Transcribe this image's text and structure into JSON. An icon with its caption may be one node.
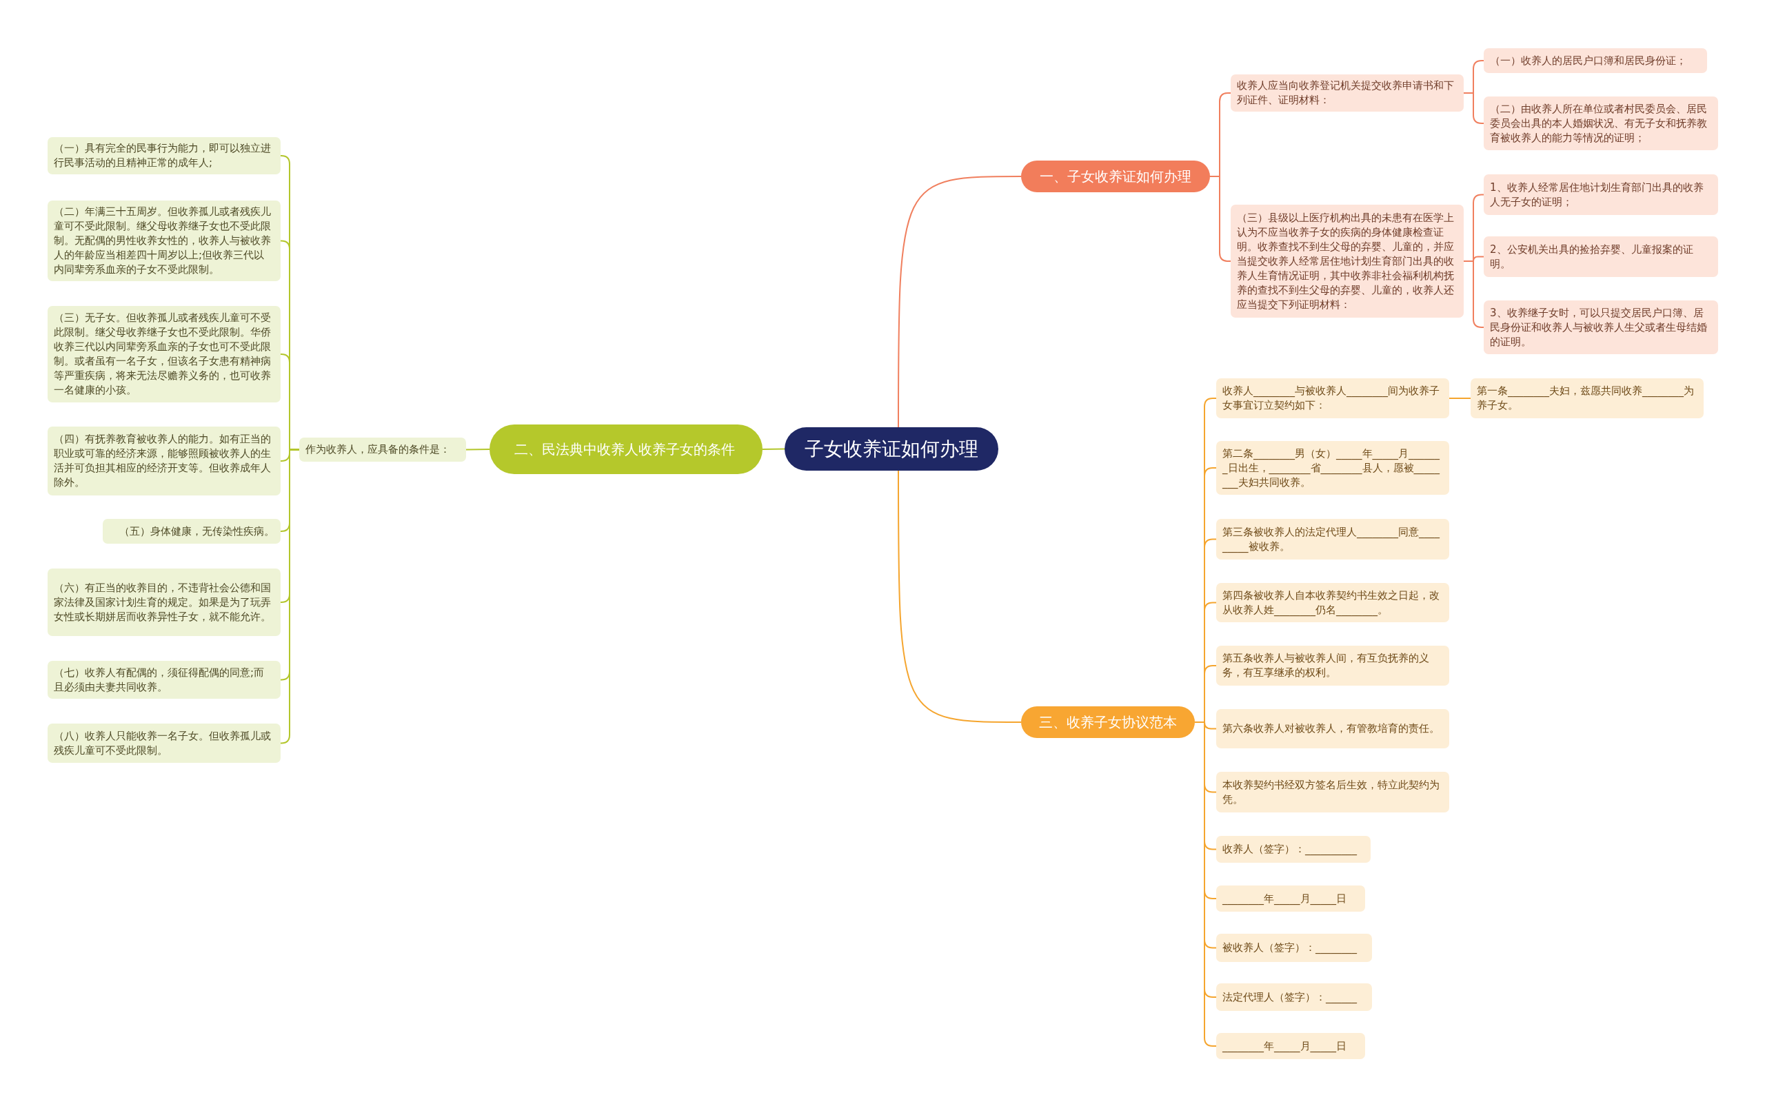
{
  "diagram": {
    "nodes": [
      {
        "text": [
          "子女收养证如何办理"
        ]
      },
      {
        "text": [
          "一、子女收养证如何办理"
        ]
      },
      {
        "text": [
          "收养人应当向收养登记机关提交收养申请书和下列证件、证明材料："
        ]
      },
      {
        "text": [
          "（一）收养人的居民户口簿和居民身份证；"
        ]
      },
      {
        "text": [
          "（二）由收养人所在单位或者村民委员会、居民委员会出具的本人婚姻状况、有无子女和抚养教育被收养人的能力等情况的证明；"
        ]
      },
      {
        "text": [
          "（三）县级以上医疗机构出具的未患有在医学上认为不应当收养子女的疾病的身体健康检查证明。收养查找不到生父母的弃婴、儿童的，并应当提交收养人经常居住地计划生育部门出具的收养人生育情况证明，其中收养非社会福利机构抚养的查找不到生父母的弃婴、儿童的，收养人还应当提交下列证明材料："
        ]
      },
      {
        "text": [
          "1、收养人经常居住地计划生育部门出具的收养人无子女的证明；"
        ]
      },
      {
        "text": [
          "2、公安机关出具的捡拾弃婴、儿童报案的证明。"
        ]
      },
      {
        "text": [
          "3、收养继子女时，可以只提交居民户口簿、居民身份证和收养人与被收养人生父或者生母结婚的证明。"
        ]
      },
      {
        "text": [
          "二、民法典中收养人收养子女的条件"
        ]
      },
      {
        "text": [
          "作为收养人，应具备的条件是："
        ]
      },
      {
        "text": [
          "（一）具有完全的民事行为能力，即可以独立进行民事活动的且精神正常的成年人;"
        ]
      },
      {
        "text": [
          "（二）年满三十五周岁。但收养孤儿或者残疾儿童可不受此限制。继父母收养继子女也不受此限制。无配偶的男性收养女性的，收养人与被收养人的年龄应当相差四十周岁以上;但收养三代以内同辈旁系血亲的子女不受此限制。"
        ]
      },
      {
        "text": [
          "（三）无子女。但收养孤儿或者残疾儿童可不受此限制。继父母收养继子女也不受此限制。华侨收养三代以内同辈旁系血亲的子女也可不受此限制。或者虽有一名子女，但该名子女患有精神病等严重疾病，将来无法尽赡养义务的，也可收养一名健康的小孩。"
        ]
      },
      {
        "text": [
          "（四）有抚养教育被收养人的能力。如有正当的职业或可靠的经济来源，能够照顾被收养人的生活并可负担其相应的经济开支等。但收养成年人除外。"
        ]
      },
      {
        "text": [
          "（五）身体健康，无传染性疾病。"
        ]
      },
      {
        "text": [
          "（六）有正当的收养目的，不违背社会公德和国家法律及国家计划生育的规定。如果是为了玩弄女性或长期姘居而收养异性子女，就不能允许。"
        ]
      },
      {
        "text": [
          "（七）收养人有配偶的，须征得配偶的同意;而且必须由夫妻共同收养。"
        ]
      },
      {
        "text": [
          "（八）收养人只能收养一名子女。但收养孤儿或残疾儿童可不受此限制。"
        ]
      },
      {
        "text": [
          "三、收养子女协议范本"
        ]
      },
      {
        "text": [
          "收养人________与被收养人________间为收养子女事宜订立契约如下："
        ]
      },
      {
        "text": [
          "第一条________夫妇，兹愿共同收养________为养子女。"
        ]
      },
      {
        "text": [
          "第二条________男（女）_____年_____月_______日出生，________省________县人，愿被________夫妇共同收养。"
        ]
      },
      {
        "text": [
          "第三条被收养人的法定代理人________同意_________被收养。"
        ]
      },
      {
        "text": [
          "第四条被收养人自本收养契约书生效之日起，改从收养人姓________仍名________。"
        ]
      },
      {
        "text": [
          "第五条收养人与被收养人间，有互负抚养的义务，有互享继承的权利。"
        ]
      },
      {
        "text": [
          "第六条收养人对被收养人，有管教培育的责任。"
        ]
      },
      {
        "text": [
          "本收养契约书经双方签名后生效，特立此契约为凭。"
        ]
      },
      {
        "text": [
          "收养人（签字）：__________"
        ]
      },
      {
        "text": [
          "________年_____月_____日"
        ]
      },
      {
        "text": [
          "被收养人（签字）：________"
        ]
      },
      {
        "text": [
          "法定代理人（签字）：______"
        ]
      },
      {
        "text": [
          "________年_____月_____日"
        ]
      }
    ],
    "edges": [
      {
        "from": 0,
        "to": 1,
        "arrow": "none",
        "color": "#f07f5e"
      },
      {
        "from": 0,
        "to": 9,
        "arrow": "none",
        "color": "#b3c62c"
      },
      {
        "from": 0,
        "to": 19,
        "arrow": "none"
      },
      {
        "from": 1,
        "to": 2,
        "arrow": "none",
        "color": "#f07f5e"
      },
      {
        "from": 1,
        "to": 5,
        "arrow": "none",
        "color": "#f07f5e"
      },
      {
        "from": 2,
        "to": 3,
        "arrow": "none",
        "color": "#f07f5e"
      },
      {
        "from": 2,
        "to": 4,
        "arrow": "none",
        "color": "#f07f5e"
      },
      {
        "from": 5,
        "to": 6,
        "arrow": "none",
        "color": "#f07f5e"
      },
      {
        "from": 5,
        "to": 7,
        "arrow": "none",
        "color": "#f07f5e"
      },
      {
        "from": 5,
        "to": 8,
        "arrow": "none",
        "color": "#f07f5e"
      },
      {
        "from": 9,
        "to": 10,
        "arrow": "none",
        "color": "#b3c62c"
      },
      {
        "from": 10,
        "to": 11,
        "arrow": "none",
        "color": "#b3c62c"
      },
      {
        "from": 10,
        "to": 12,
        "arrow": "none",
        "color": "#b3c62c"
      },
      {
        "from": 10,
        "to": 13,
        "arrow": "none",
        "color": "#b3c62c"
      },
      {
        "from": 10,
        "to": 14,
        "arrow": "none",
        "color": "#b3c62c"
      },
      {
        "from": 10,
        "to": 15,
        "arrow": "none",
        "color": "#b3c62c"
      },
      {
        "from": 10,
        "to": 16,
        "arrow": "none",
        "color": "#b3c62c"
      },
      {
        "from": 10,
        "to": 17,
        "arrow": "none",
        "color": "#b3c62c"
      },
      {
        "from": 10,
        "to": 18,
        "arrow": "none",
        "color": "#b3c62c"
      },
      {
        "from": 19,
        "to": 20,
        "arrow": "none"
      },
      {
        "from": 20,
        "to": 21,
        "arrow": "none"
      },
      {
        "from": 19,
        "to": 22,
        "arrow": "none"
      },
      {
        "from": 19,
        "to": 23,
        "arrow": "none"
      },
      {
        "from": 19,
        "to": 24,
        "arrow": "none"
      },
      {
        "from": 19,
        "to": 25,
        "arrow": "none"
      },
      {
        "from": 19,
        "to": 26,
        "arrow": "none"
      },
      {
        "from": 19,
        "to": 27,
        "arrow": "none"
      },
      {
        "from": 19,
        "to": 28,
        "arrow": "none"
      },
      {
        "from": 19,
        "to": 29,
        "arrow": "none"
      },
      {
        "from": 19,
        "to": 30,
        "arrow": "none"
      },
      {
        "from": 19,
        "to": 31,
        "arrow": "none"
      },
      {
        "from": 19,
        "to": 32,
        "arrow": "none"
      }
    ]
  }
}
